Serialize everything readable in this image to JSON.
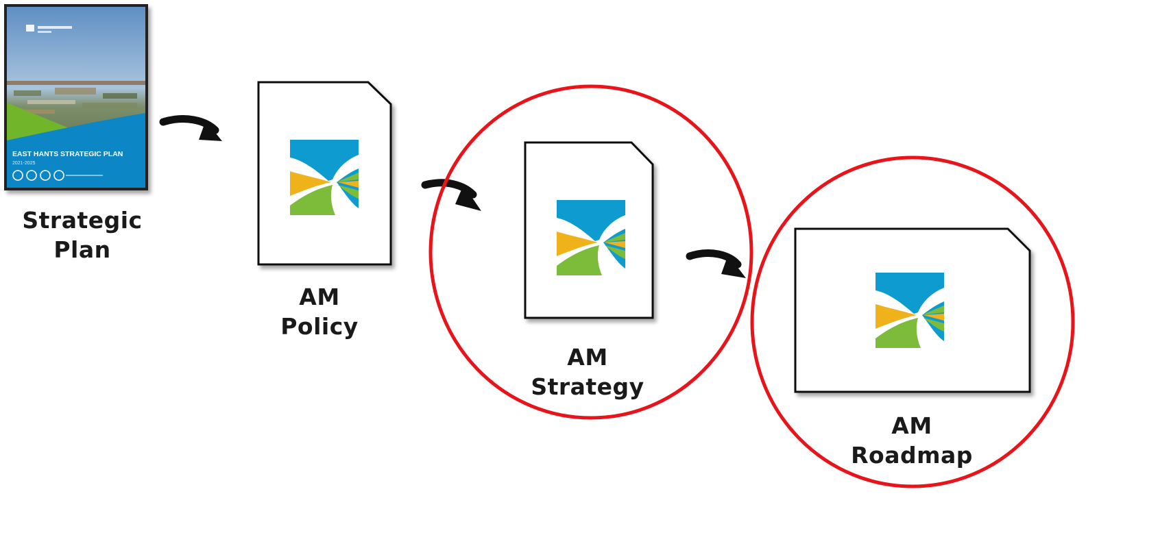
{
  "diagram": {
    "colors": {
      "circle_outline": "#e8141a",
      "logo_blue": "#0e9bcf",
      "logo_yellow": "#f0b21a",
      "logo_green": "#7dbb3a",
      "arrow": "#111111"
    },
    "nodes": [
      {
        "id": "strategic-plan",
        "label_line1": "Strategic",
        "label_line2": "Plan",
        "cover_title": "EAST HANTS STRATEGIC PLAN",
        "cover_years": "2021-2025",
        "icon": "document-cover-photo"
      },
      {
        "id": "am-policy",
        "label_line1": "AM",
        "label_line2": "Policy",
        "icon": "document-logo"
      },
      {
        "id": "am-strategy",
        "label_line1": "AM",
        "label_line2": "Strategy",
        "icon": "document-logo",
        "highlighted": true
      },
      {
        "id": "am-roadmap",
        "label_line1": "AM",
        "label_line2": "Roadmap",
        "icon": "document-logo-landscape",
        "highlighted": true
      }
    ]
  }
}
